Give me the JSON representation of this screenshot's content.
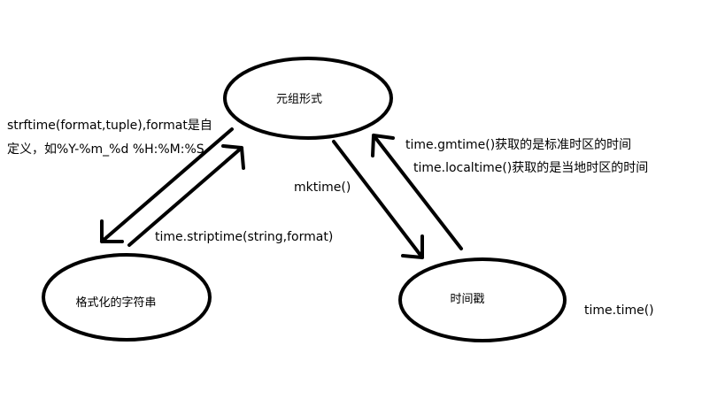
{
  "nodes": {
    "tuple": {
      "label": "元组形式"
    },
    "string": {
      "label": "格式化的字符串"
    },
    "timestamp": {
      "label": "时间戳"
    }
  },
  "edges": {
    "strftime_line1": "strftime(format,tuple),format是自",
    "strftime_line2": "定义，如%Y-%m_%d %H:%M:%S",
    "strptime": "time.striptime(string,format)",
    "mktime": "mktime()",
    "gmtime": "time.gmtime()获取的是标准时区的时间",
    "localtime": "time.localtime()获取的是当地时区的时间",
    "time": "time.time()"
  },
  "colors": {
    "stroke": "#000000",
    "background": "#ffffff"
  }
}
